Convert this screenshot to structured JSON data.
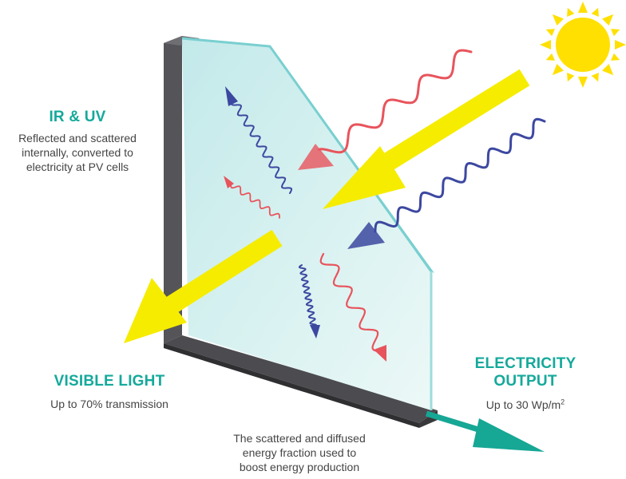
{
  "labels": {
    "ir_uv": {
      "title": "IR & UV",
      "description_lines": [
        "Reflected and scattered",
        "internally, converted to",
        "electricity at PV cells"
      ]
    },
    "visible_light": {
      "title": "VISIBLE LIGHT",
      "description": "Up to 70% transmission"
    },
    "electricity_output": {
      "title_lines": [
        "ELECTRICITY",
        "OUTPUT"
      ],
      "description_prefix": "Up to 30 Wp/m",
      "description_superscript": "2"
    },
    "scattered_energy": {
      "lines": [
        "The scattered and diffused",
        "energy fraction used to",
        "boost energy production"
      ]
    }
  },
  "colors": {
    "heading": "#15a99b",
    "text": "#444444",
    "frame": "#555559",
    "glass": "#cdeeed",
    "glass_edge": "#7fd3d3",
    "sun": "#ffe000",
    "yellow_arrow": "#f6ec00",
    "infrared_wave": "#e8545c",
    "ultraviolet_wave": "#3c48a0",
    "output_arrow": "#16a795"
  },
  "icons": {
    "sun": "sun-icon",
    "output": "electricity-output-arrow-icon"
  }
}
